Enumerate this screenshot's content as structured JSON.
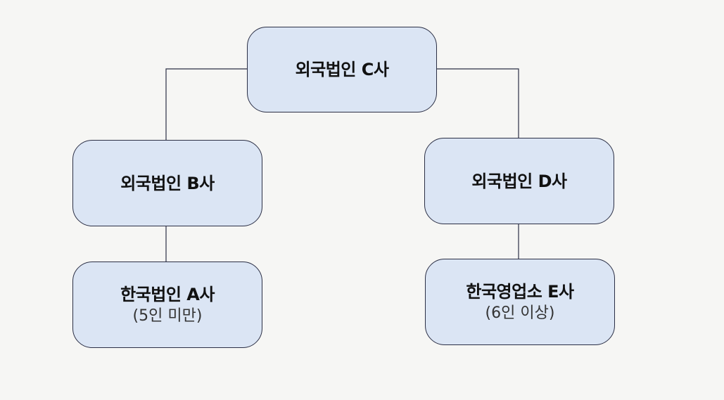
{
  "nodes": {
    "c": {
      "title": "외국법인 C사"
    },
    "b": {
      "title": "외국법인 B사"
    },
    "d": {
      "title": "외국법인 D사"
    },
    "a": {
      "title": "한국법인 A사",
      "sub": "(5인 미만)"
    },
    "e": {
      "title": "한국영업소 E사",
      "sub": "(6인 이상)"
    }
  },
  "colors": {
    "node_fill": "#dbe5f4",
    "node_border": "#2b2f45",
    "connector": "#2b2f45",
    "background": "#f6f6f4"
  }
}
